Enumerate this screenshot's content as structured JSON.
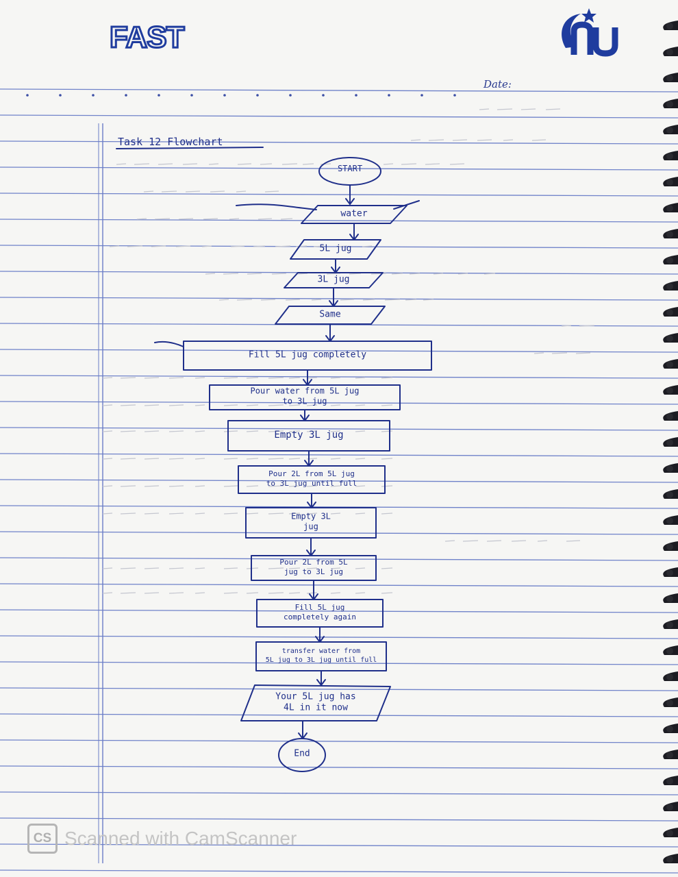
{
  "logos": {
    "left": "FAST",
    "right": "nu"
  },
  "date_label": "Date:",
  "heading": "Task 12 Flowchart",
  "flowchart": {
    "start": "START",
    "inputs": [
      "water",
      "5L jug",
      "3L jug",
      "Same"
    ],
    "steps": [
      [
        "Fill 5L jug completely"
      ],
      [
        "Pour water from 5L jug",
        "to 3L jug"
      ],
      [
        "Empty 3L jug"
      ],
      [
        "Pour 2L from 5L jug",
        "to 3L jug until full"
      ],
      [
        "Empty 3L",
        "jug"
      ],
      [
        "Pour 2L from 5L",
        "jug to 3L jug"
      ],
      [
        "Fill 5L jug",
        "completely again"
      ],
      [
        "transfer water from",
        "5L jug to 3L jug until full"
      ]
    ],
    "output": [
      "Your 5L jug has",
      "4L in it now"
    ],
    "end": "End"
  },
  "watermark": {
    "badge": "CS",
    "text": "Scanned with CamScanner"
  },
  "colors": {
    "ink": "#1f2f8a",
    "rule_line": "#5a6fc0",
    "paper": "#f6f6f4"
  }
}
